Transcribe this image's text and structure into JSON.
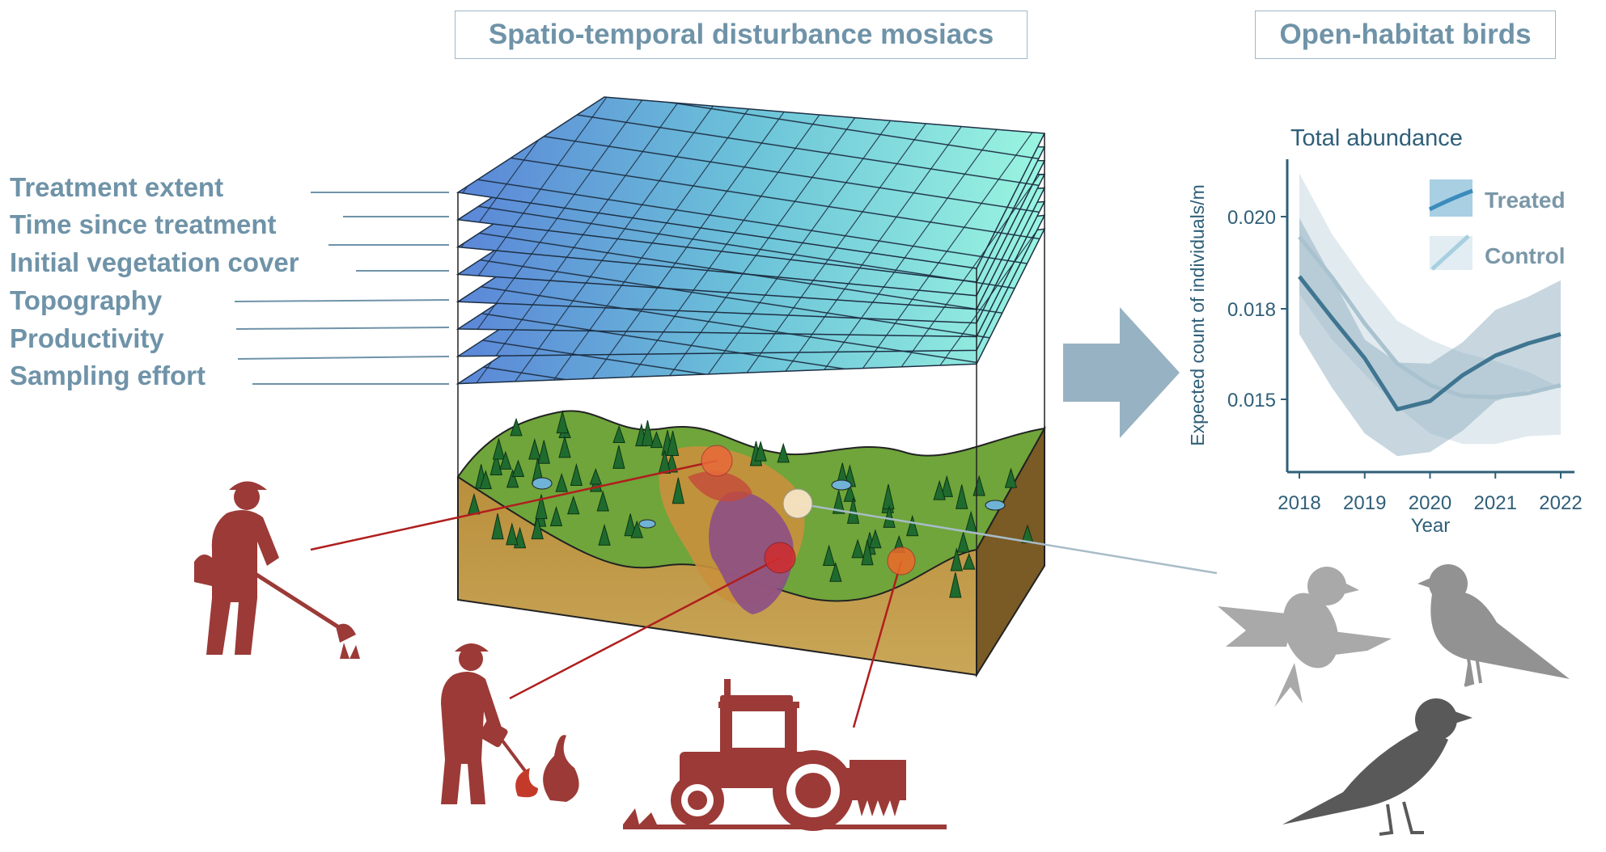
{
  "headers": {
    "mosaics": "Spatio-temporal disturbance mosiacs",
    "birds": "Open-habitat birds"
  },
  "factors": [
    "Treatment extent",
    "Time since treatment",
    "Initial vegetation cover",
    "Topography",
    "Productivity",
    "Sampling effort"
  ],
  "icons": {
    "workers": [
      "brush-cutter-worker-icon",
      "prescribed-burn-worker-icon",
      "tractor-icon"
    ],
    "birds": [
      "bird-flying-icon",
      "bird-perched-icon",
      "bird-dark-icon"
    ],
    "arrow": "right-arrow-icon"
  },
  "colors": {
    "title": "#6f93a8",
    "treatment": "#9b3a37",
    "chart_axis": "#2f5f78",
    "treated": "#3f7590",
    "control": "#a9c2cf"
  },
  "chart_data": {
    "type": "line",
    "title": "Total abundance",
    "xlabel": "Year",
    "ylabel": "Expected count of individuals/m",
    "x_ticks": [
      2018,
      2019,
      2020,
      2021,
      2022
    ],
    "y_ticks": [
      0.02,
      0.018,
      0.015
    ],
    "y_tick_labels": [
      "0.020",
      "0.018",
      "0.015"
    ],
    "x_tick_labels": [
      "2018",
      "2019",
      "2020",
      "2021",
      "2022"
    ],
    "legend": {
      "position": "top-right",
      "entries": [
        "Treated",
        "Control"
      ]
    },
    "x": [
      2018,
      2018.5,
      2019,
      2019.5,
      2020,
      2020.5,
      2021,
      2021.5,
      2022
    ],
    "series": [
      {
        "name": "Control",
        "values": [
          0.01956,
          0.01868,
          0.01751,
          0.01618,
          0.01547,
          0.01511,
          0.01507,
          0.0152,
          0.01547
        ],
        "upper": [
          0.02094,
          0.01962,
          0.01862,
          0.0176,
          0.01698,
          0.01654,
          0.01627,
          0.01591,
          0.01538
        ],
        "lower": [
          0.01832,
          0.01698,
          0.01583,
          0.01476,
          0.01387,
          0.01352,
          0.01352,
          0.01378,
          0.01383
        ]
      },
      {
        "name": "Treated",
        "values": [
          0.0187,
          0.01769,
          0.01636,
          0.01467,
          0.01494,
          0.0158,
          0.01645,
          0.01685,
          0.01716
        ],
        "upper": [
          0.01997,
          0.01868,
          0.01698,
          0.01622,
          0.01618,
          0.01689,
          0.01796,
          0.01826,
          0.01862
        ],
        "lower": [
          0.01716,
          0.01538,
          0.01387,
          0.01312,
          0.01325,
          0.01396,
          0.01494,
          0.01529,
          0.01538
        ]
      }
    ]
  }
}
